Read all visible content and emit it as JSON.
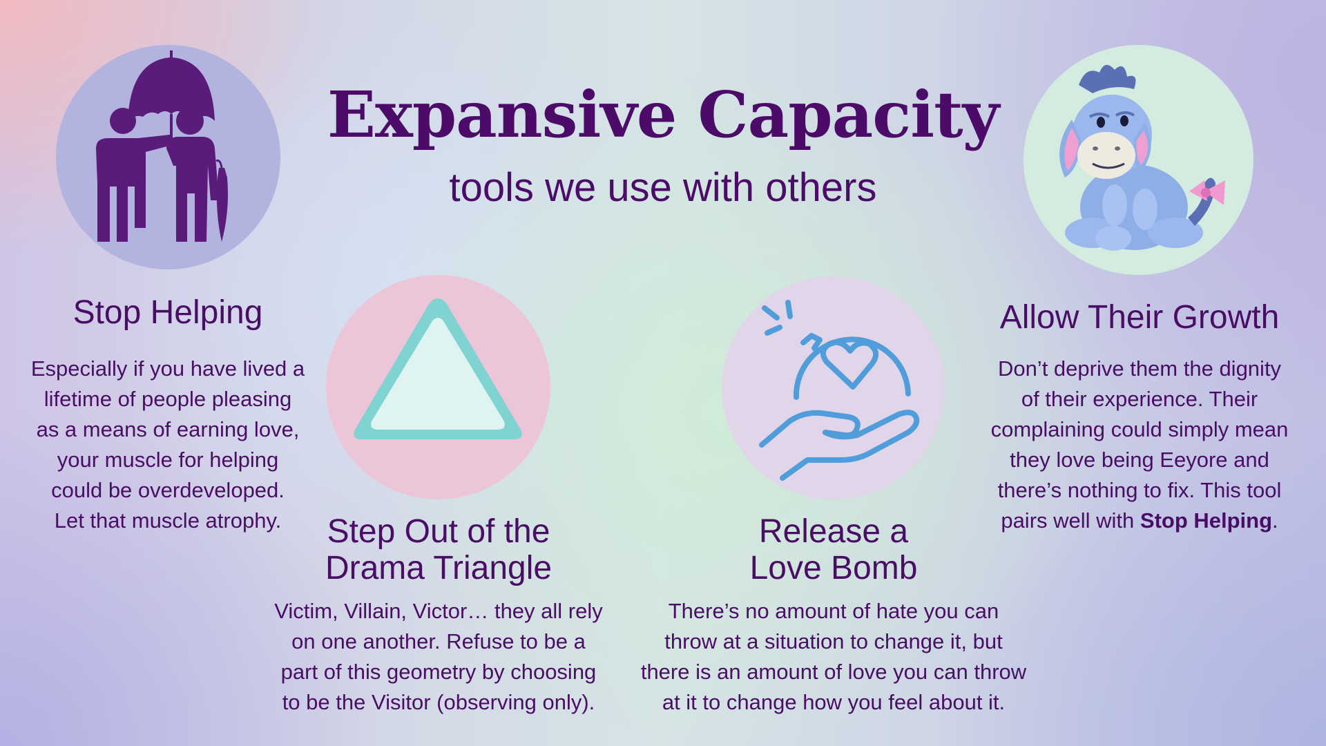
{
  "header": {
    "title": "Expansive Capacity",
    "subtitle": "tools we use with others"
  },
  "cards": [
    {
      "icon": "umbrella-people-icon",
      "title": "Stop Helping",
      "body": [
        "Especially if you have lived a",
        "lifetime of people pleasing",
        "as a means of earning love,",
        "your muscle for helping",
        "could be overdeveloped.",
        "Let that muscle atrophy."
      ]
    },
    {
      "icon": "triangle-icon",
      "title_lines": [
        "Step Out of the",
        "Drama Triangle"
      ],
      "body": [
        "Victim, Villain, Victor… they all rely",
        "on one another. Refuse to be a",
        "part of this geometry by choosing",
        "to be the Visitor (observing only)."
      ]
    },
    {
      "icon": "love-bomb-icon",
      "title_lines": [
        "Release a",
        "Love Bomb"
      ],
      "body": [
        "There’s no amount of hate you can",
        "throw at a situation to change it, but",
        "there is an amount of love you can throw",
        "at it to change how you feel about it."
      ]
    },
    {
      "icon": "eeyore-icon",
      "title": "Allow Their Growth",
      "body": [
        "Don’t deprive them the dignity",
        "of their experience. Their",
        "complaining could simply mean",
        "they love being Eeyore and",
        "there’s nothing to fix. This tool"
      ],
      "body_last_prefix": "pairs well with ",
      "body_last_bold": "Stop Helping",
      "body_last_suffix": "."
    }
  ],
  "colors": {
    "text": "#4a0d66",
    "circle_lavender": "#b4b4e0",
    "circle_pink": "#ecc6d8",
    "circle_mauve": "#e2d6ea",
    "circle_mint": "#d4ebe0",
    "icon_purple": "#5a1b7a",
    "icon_teal": "#7fd3d1",
    "icon_blue": "#4f9ddb"
  }
}
